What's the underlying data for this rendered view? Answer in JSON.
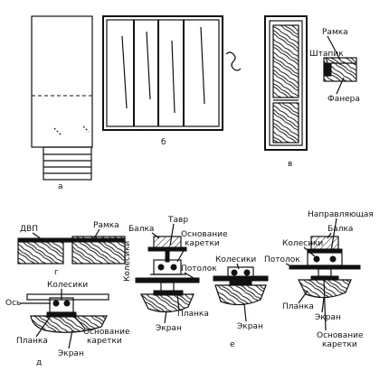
{
  "labels": {
    "a": "а",
    "b": "б",
    "v": "в",
    "g": "г",
    "d": "д",
    "e": "е",
    "ramka_v": "Рамка",
    "shtapik": "Штапик",
    "fanera": "Фанера",
    "dvp": "ДВП",
    "ramka_g": "Рамка",
    "kolesiki_d": "Колесики",
    "os": "Ось",
    "planka_d": "Планка",
    "ekran_d": "Экран",
    "osnovanie_d_1": "Основание",
    "osnovanie_d_2": "каретки",
    "kolesiki_vert": "Колесики",
    "balka_1": "Балка",
    "tavr": "Тавр",
    "osnovanie_e1_1": "Основание",
    "osnovanie_e1_2": "каретки",
    "potolok_1": "Потолок",
    "planka_e1": "Планка",
    "ekran_e1": "Экран",
    "kolesiki_e2": "Колесики",
    "ekran_e2": "Экран",
    "napravl": "Направляющая",
    "balka_3": "Балка",
    "kolesiki_e3": "Колесики",
    "potolok_3": "Потолок",
    "planka_e3": "Планка",
    "ekran_e3": "Экран",
    "osnovanie_e3_1": "Основание",
    "osnovanie_e3_2": "каретки"
  }
}
